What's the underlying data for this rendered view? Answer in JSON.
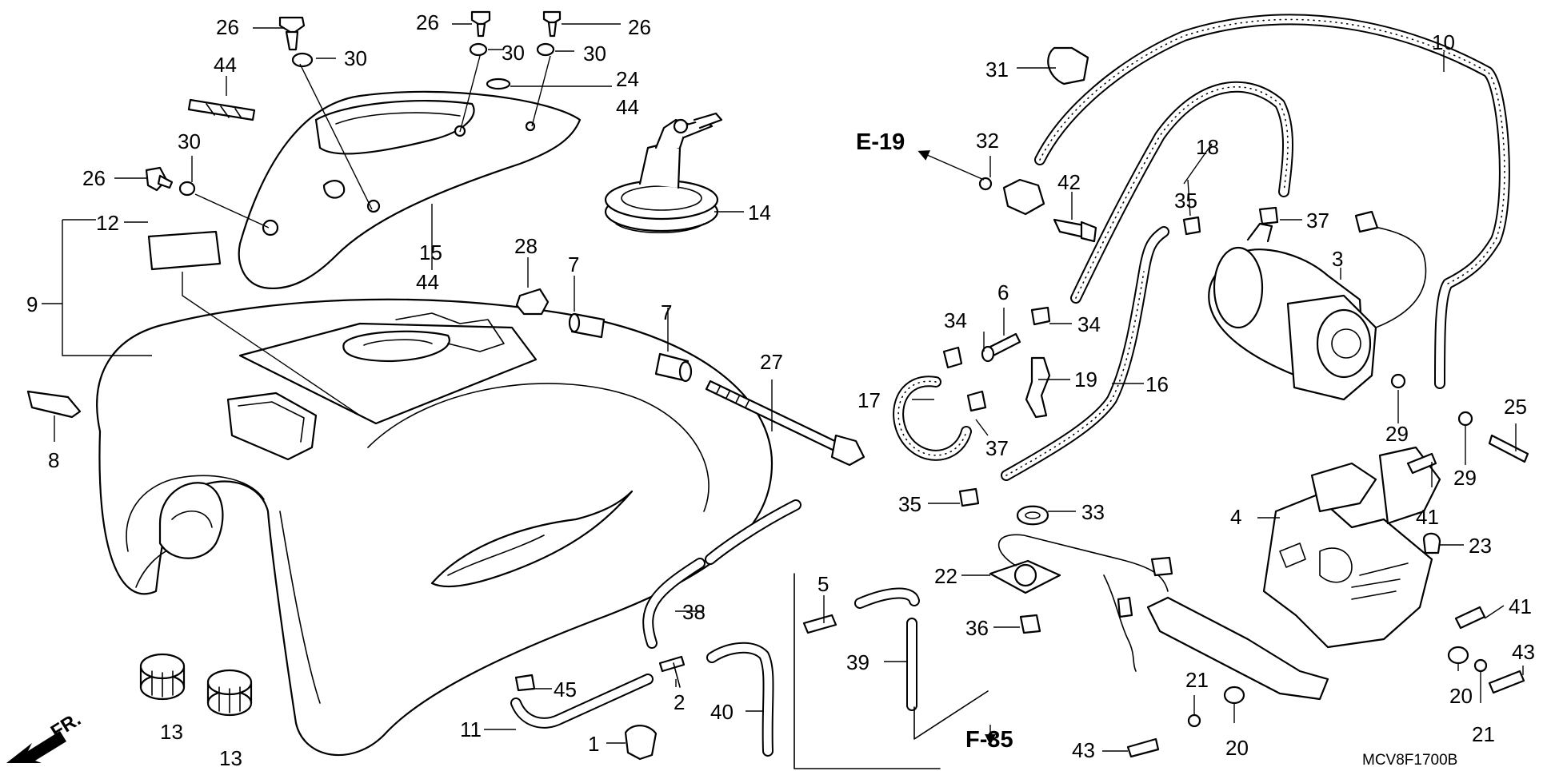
{
  "diagram_code": "MCV8F1700B",
  "direction_label": "FR.",
  "references": [
    "E-19",
    "F-35"
  ],
  "callouts": {
    "c1": "1",
    "c2": "2",
    "c3": "3",
    "c4": "4",
    "c5": "5",
    "c6": "6",
    "c7a": "7",
    "c7b": "7",
    "c8": "8",
    "c9": "9",
    "c10": "10",
    "c11": "11",
    "c12": "12",
    "c13a": "13",
    "c13b": "13",
    "c14": "14",
    "c15": "15",
    "c15b": "44",
    "c16": "16",
    "c17": "17",
    "c18": "18",
    "c19": "19",
    "c20a": "20",
    "c20b": "20",
    "c21a": "21",
    "c21b": "21",
    "c22": "22",
    "c23": "23",
    "c24": "24",
    "c24b": "44",
    "c25": "25",
    "c26a": "26",
    "c26b": "26",
    "c26c": "26",
    "c26d": "26",
    "c27": "27",
    "c28": "28",
    "c29a": "29",
    "c29b": "29",
    "c30a": "30",
    "c30b": "30",
    "c30c": "30",
    "c30d": "30",
    "c31": "31",
    "c32": "32",
    "c33": "33",
    "c34a": "34",
    "c34b": "34",
    "c35a": "35",
    "c35b": "35",
    "c36": "36",
    "c37a": "37",
    "c37b": "37",
    "c38": "38",
    "c39": "39",
    "c40": "40",
    "c41a": "41",
    "c41b": "41",
    "c42": "42",
    "c43a": "43",
    "c43b": "43",
    "c44": "44",
    "c45": "45"
  }
}
